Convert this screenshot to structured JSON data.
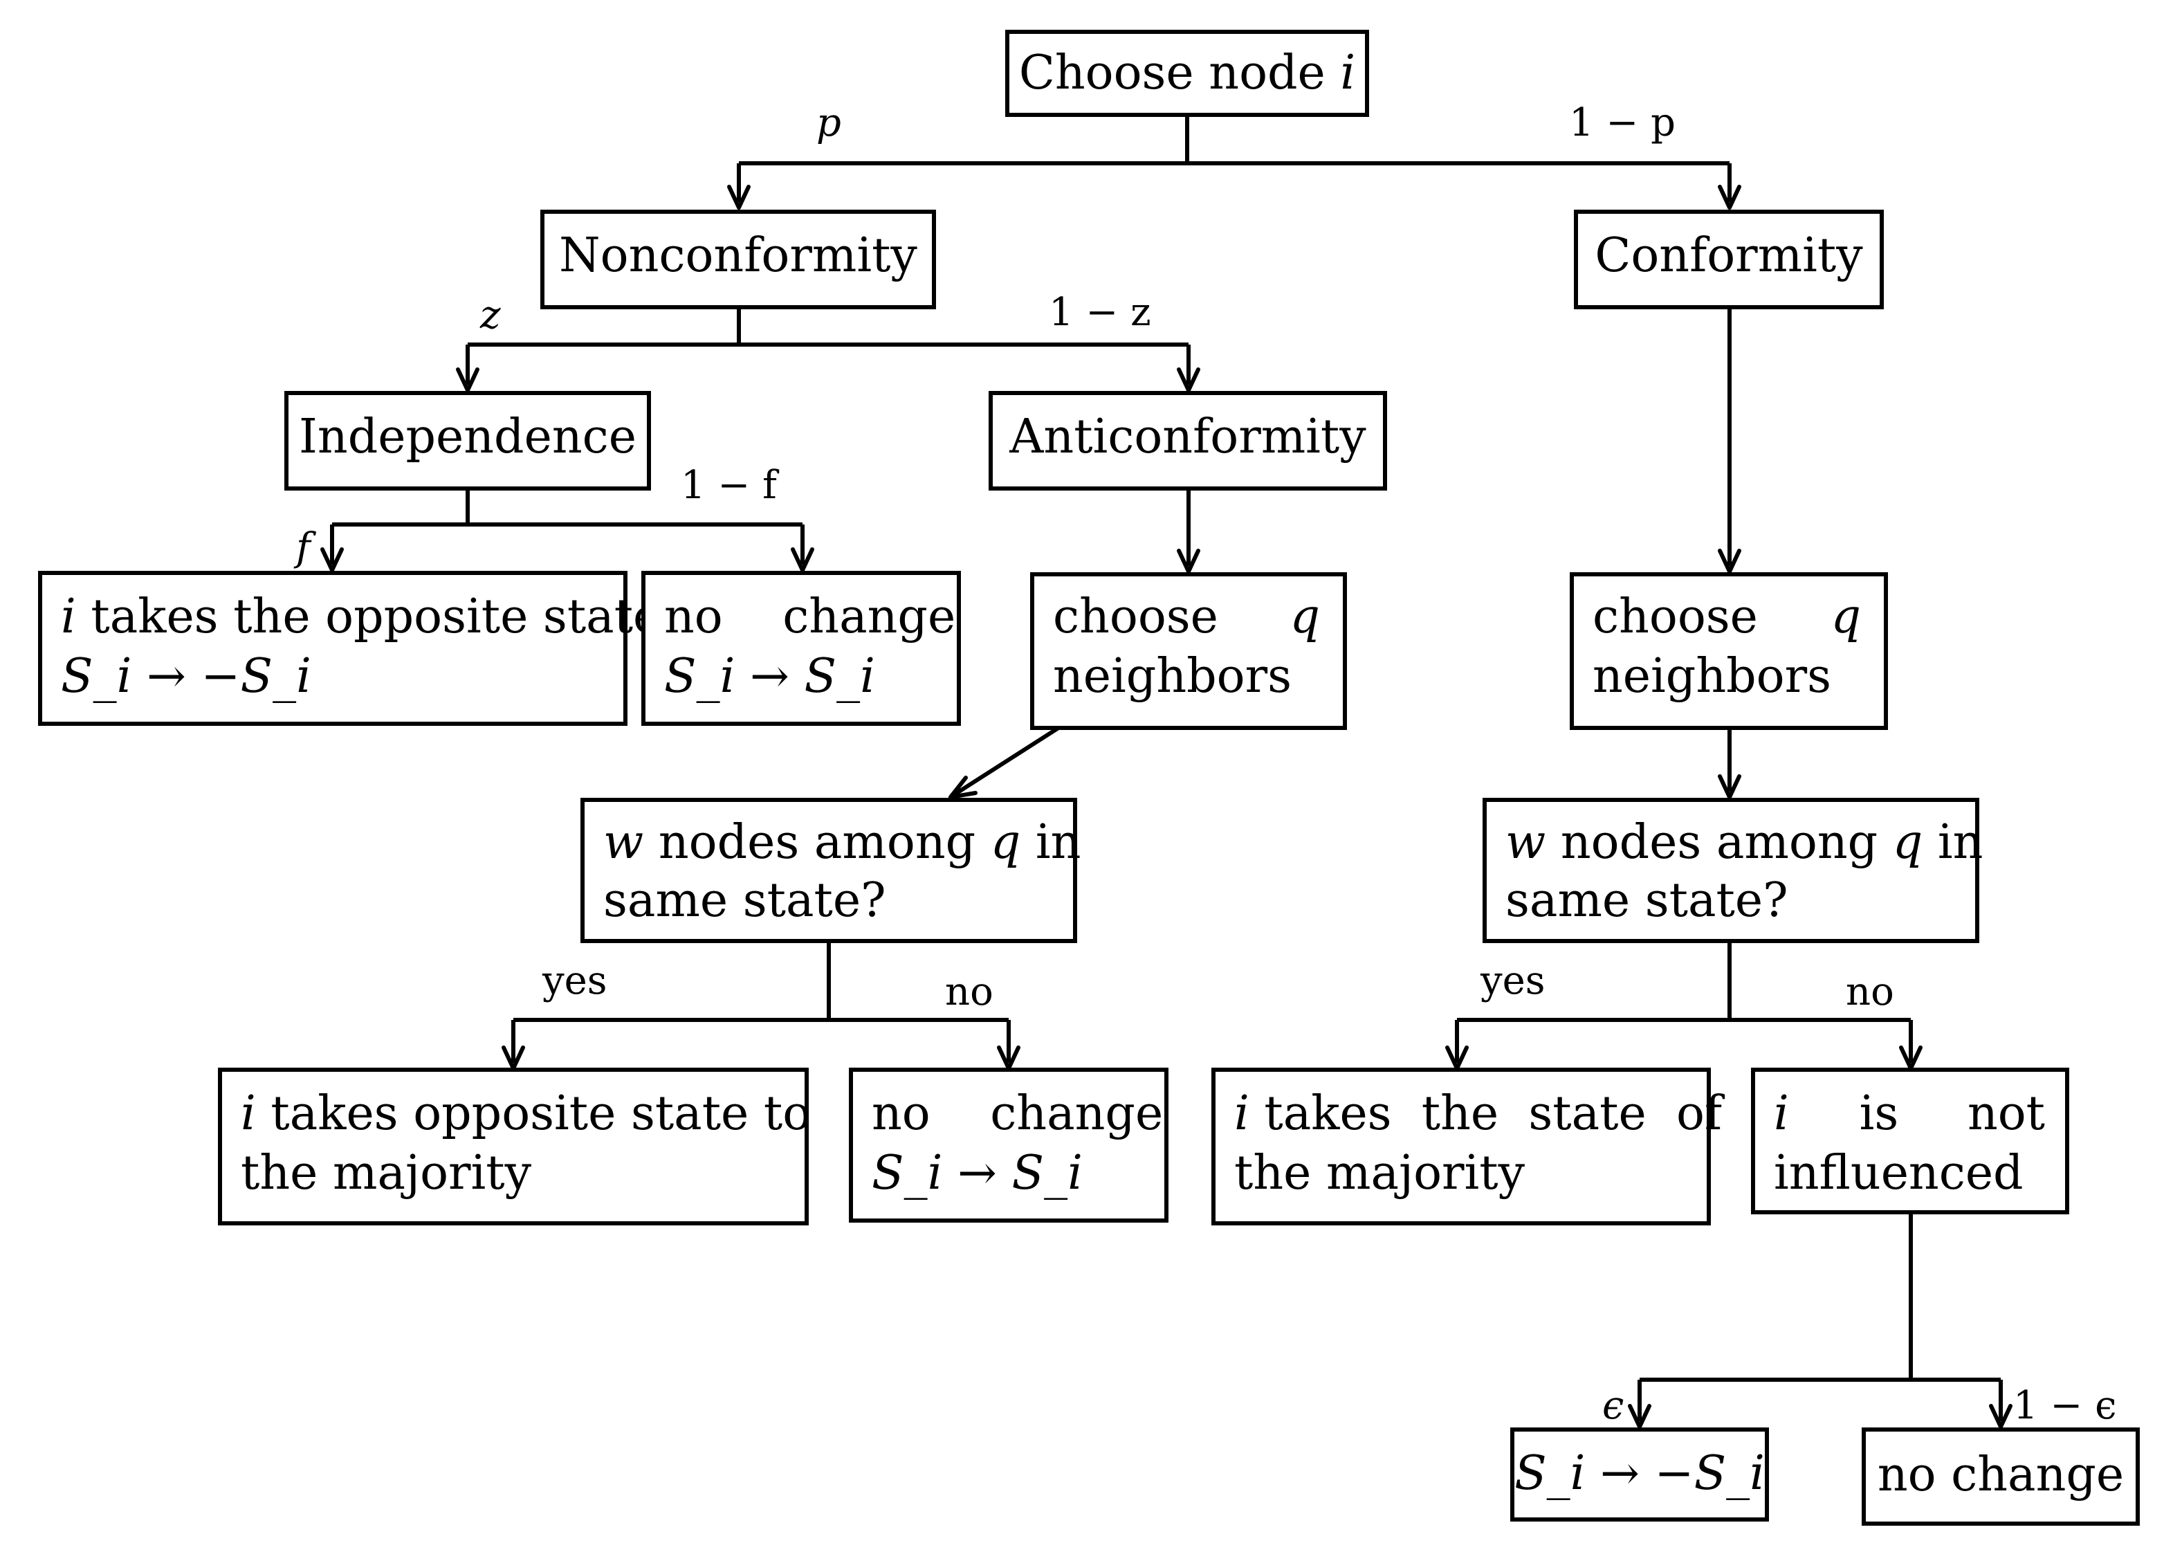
{
  "nodes": {
    "choose_node": {
      "text": "Choose node ",
      "var": "i"
    },
    "nonconformity": {
      "text": "Nonconformity"
    },
    "conformity": {
      "text": "Conformity"
    },
    "independence": {
      "text": "Independence"
    },
    "anticonformity": {
      "text": "Anticonformity"
    },
    "opposite_state": {
      "line1_var": "i",
      "line1": " takes the opposite state",
      "line2": "S_i → −S_i"
    },
    "no_change_ind": {
      "line1": "no    change",
      "line2": "S_i → S_i"
    },
    "choose_neighbors_anti": {
      "line1": "choose",
      "line1_var": "q",
      "line2": "neighbors"
    },
    "choose_neighbors_conf": {
      "line1": "choose",
      "line1_var": "q",
      "line2": "neighbors"
    },
    "same_state_anti": {
      "line1_var_a": "w",
      "line1_mid": " nodes among ",
      "line1_var_b": "q",
      "line1_end": " in",
      "line2": "same state?"
    },
    "same_state_conf": {
      "line1_var_a": "w",
      "line1_mid": " nodes among ",
      "line1_var_b": "q",
      "line1_end": " in",
      "line2": "same state?"
    },
    "opposite_majority": {
      "line1_var": "i",
      "line1": " takes opposite state to",
      "line2": "the majority"
    },
    "no_change_anti": {
      "line1": "no    change",
      "line2": "S_i → S_i"
    },
    "state_majority": {
      "line1_var": "i",
      "line1": " takes  the  state  of",
      "line2": "the majority"
    },
    "not_influenced": {
      "line1_var": "i",
      "line1_mid": "is",
      "line1_end": "not",
      "line2": "influenced"
    },
    "flip": {
      "text": "S_i → −S_i"
    },
    "no_change_final": {
      "text": "no change"
    }
  },
  "edge_labels": {
    "p": "p",
    "one_minus_p": "1 − p",
    "z": "z",
    "one_minus_z": "1 − z",
    "f": "f",
    "one_minus_f": "1 − f",
    "yes_anti": "yes",
    "no_anti": "no",
    "yes_conf": "yes",
    "no_conf": "no",
    "epsilon": "ϵ",
    "one_minus_epsilon": "1 − ϵ"
  }
}
